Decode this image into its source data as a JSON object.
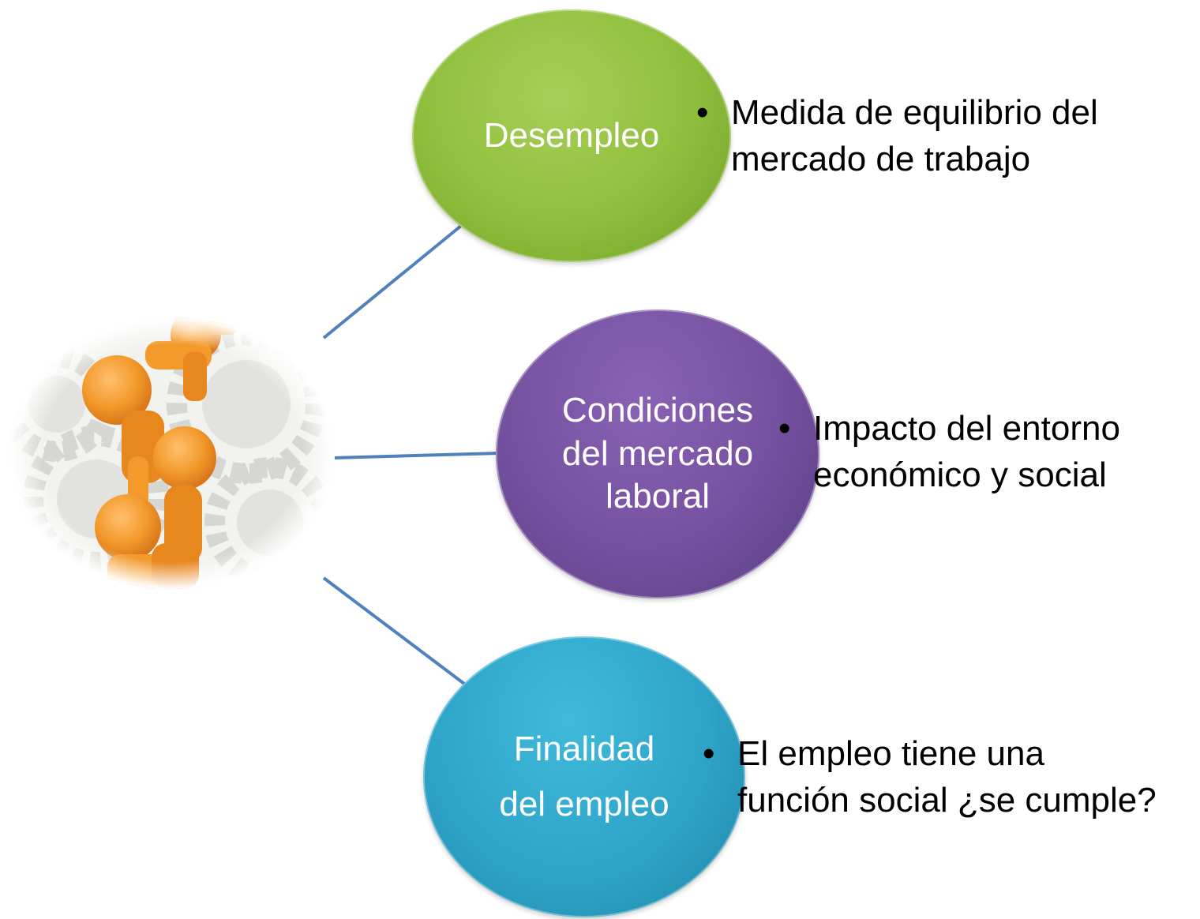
{
  "diagram": {
    "hub": {
      "icon": "people-climbing-gears-icon",
      "colors": {
        "figure": "#f39a2b",
        "gear": "#d6d6d2",
        "background": "#ffffff"
      }
    },
    "connector_color": "#4f81bd",
    "nodes": [
      {
        "id": "desempleo",
        "title_lines": [
          "Desempleo"
        ],
        "color": "#8fbe3c",
        "description_lines": [
          "Medida de equilibrio del",
          "mercado de trabajo"
        ]
      },
      {
        "id": "condiciones",
        "title_lines": [
          "Condiciones",
          "del mercado",
          "laboral"
        ],
        "color": "#74519f",
        "description_lines": [
          "Impacto del entorno",
          "económico y social"
        ]
      },
      {
        "id": "finalidad",
        "title_lines": [
          "Finalidad",
          "del empleo"
        ],
        "color": "#2ea4c8",
        "description_lines": [
          "El empleo tiene una",
          "función social ¿se cumple?"
        ]
      }
    ],
    "bullet_symbol": "•"
  }
}
